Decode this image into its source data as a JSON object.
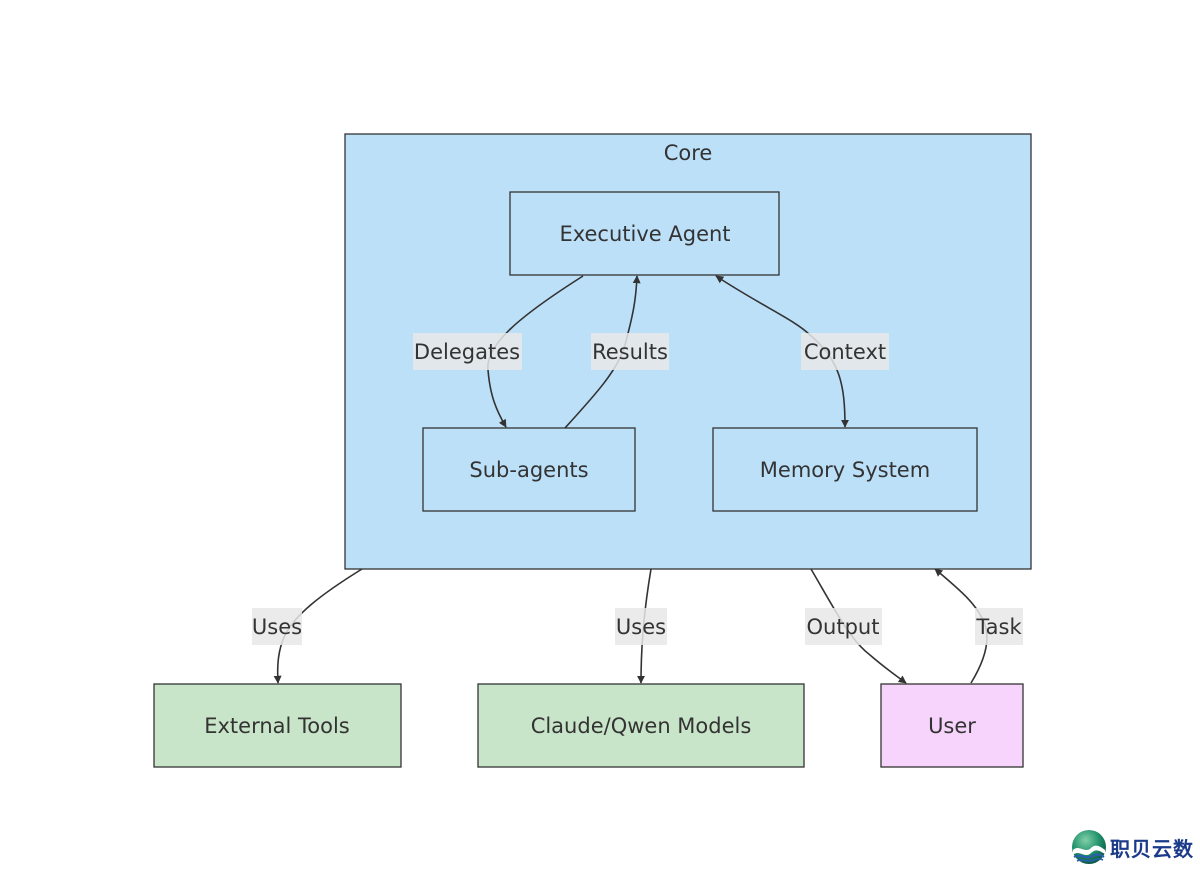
{
  "diagram": {
    "type": "flowchart",
    "clusters": [
      {
        "id": "core",
        "title": "Core",
        "fill": "#bde0f9",
        "stroke": "#333333"
      }
    ],
    "nodes": [
      {
        "id": "exec",
        "label": "Executive Agent",
        "cluster": "core",
        "fill": "#bde0f9"
      },
      {
        "id": "sub",
        "label": "Sub-agents",
        "cluster": "core",
        "fill": "#bde0f9"
      },
      {
        "id": "mem",
        "label": "Memory System",
        "cluster": "core",
        "fill": "#bde0f9"
      },
      {
        "id": "tools",
        "label": "External Tools",
        "fill": "#c9e5c9"
      },
      {
        "id": "models",
        "label": "Claude/Qwen Models",
        "fill": "#c9e5c9"
      },
      {
        "id": "user",
        "label": "User",
        "fill": "#f7d4fb"
      }
    ],
    "edges": [
      {
        "from": "exec",
        "to": "sub",
        "label": "Delegates",
        "direction": "forward"
      },
      {
        "from": "sub",
        "to": "exec",
        "label": "Results",
        "direction": "forward"
      },
      {
        "from": "exec",
        "to": "mem",
        "label": "Context",
        "direction": "both"
      },
      {
        "from": "core",
        "to": "tools",
        "label": "Uses",
        "direction": "forward"
      },
      {
        "from": "core",
        "to": "models",
        "label": "Uses",
        "direction": "forward"
      },
      {
        "from": "core",
        "to": "user",
        "label": "Output",
        "direction": "forward"
      },
      {
        "from": "user",
        "to": "core",
        "label": "Task",
        "direction": "forward"
      }
    ],
    "edge_label_bg": "#e8e8e8",
    "line_color": "#333333"
  },
  "watermark": {
    "text": "职贝云数",
    "icon": "wave-globe-logo"
  }
}
